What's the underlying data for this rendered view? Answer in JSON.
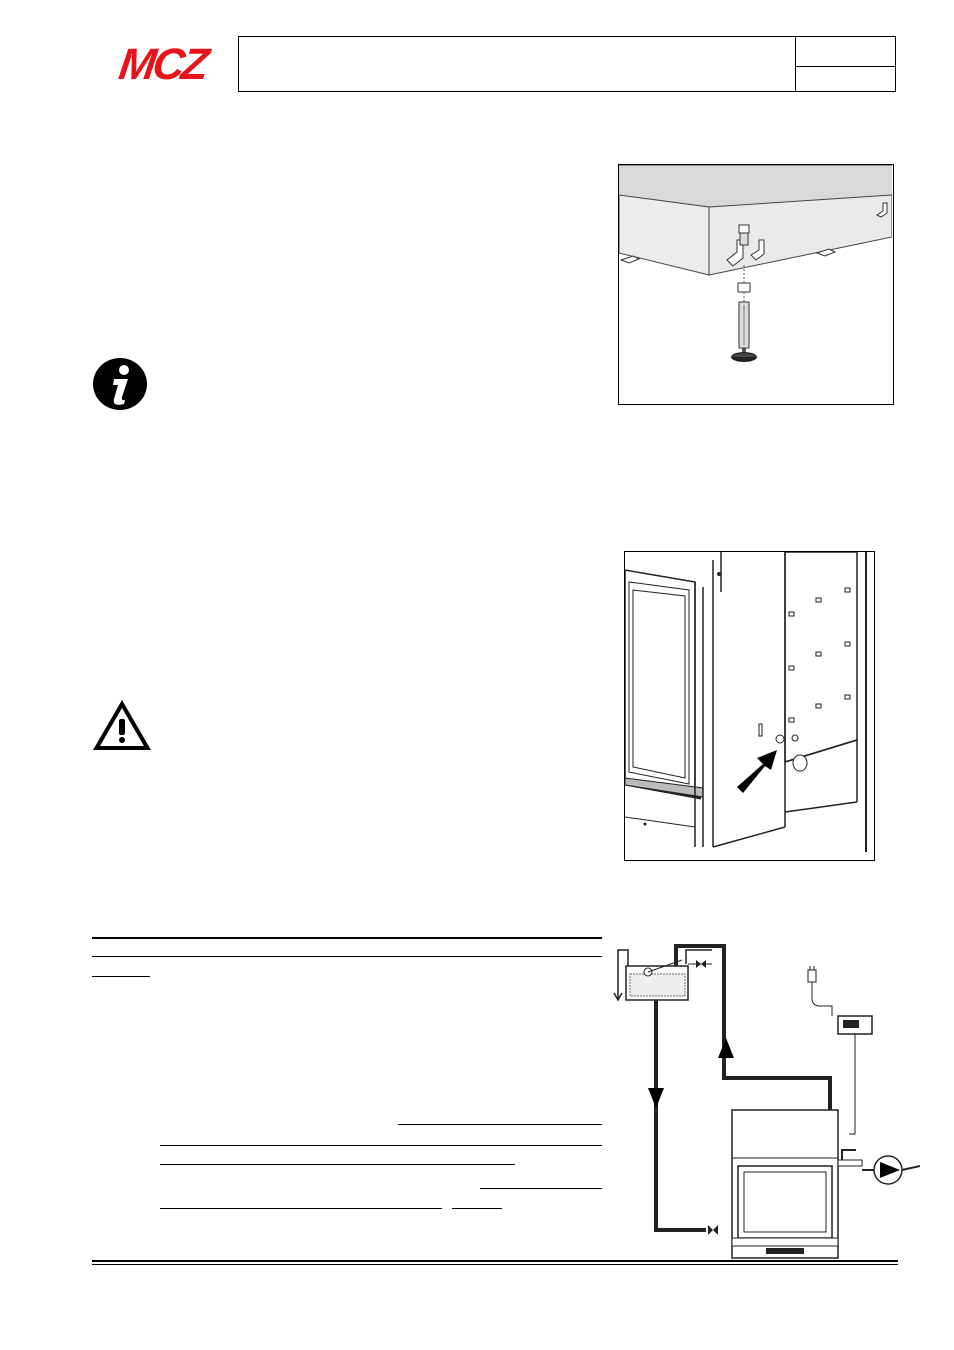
{
  "header": {
    "logo_text": "MCZ",
    "brand_color": "#e8141c"
  },
  "icons": {
    "info": "info-icon",
    "warning": "warning-triangle-icon"
  },
  "figures": {
    "feet": "adjustable-foot-figure",
    "insert": "insert-side-figure",
    "schematic": "hydraulic-schematic-figure"
  }
}
